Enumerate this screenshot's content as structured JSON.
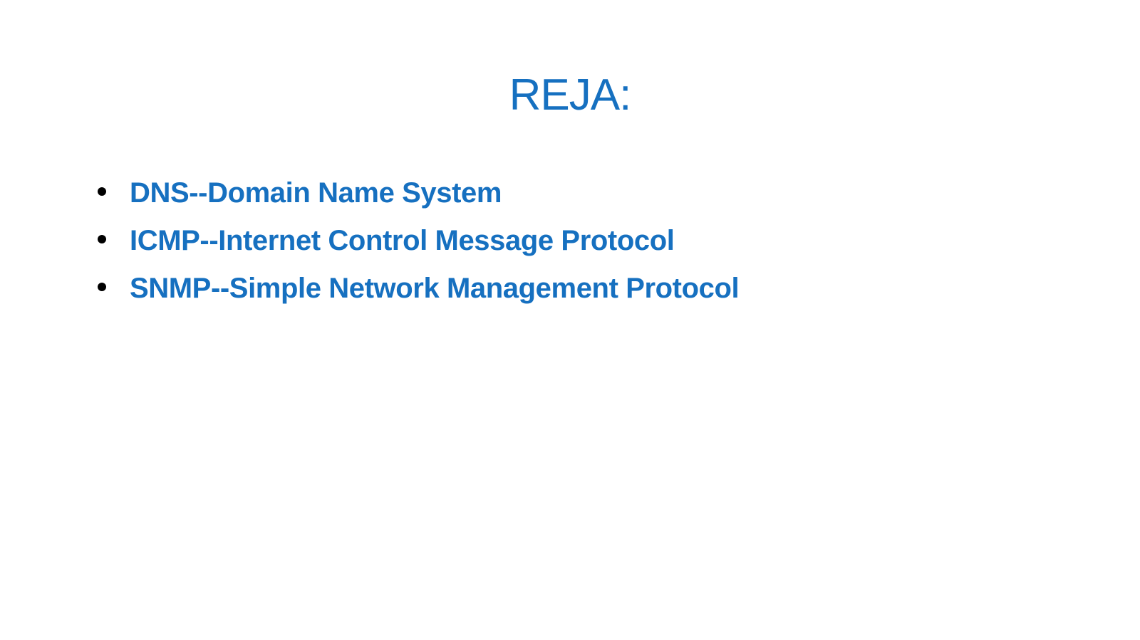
{
  "slide": {
    "title": "REJA:",
    "items": [
      {
        "text": "DNS--Domain Name System"
      },
      {
        "text": "ICMP--Internet Control Message Protocol"
      },
      {
        "text": "SNMP--Simple Network Management Protocol"
      }
    ]
  },
  "colors": {
    "text": "#1670c0",
    "bullet": "#000000",
    "background": "#ffffff"
  }
}
